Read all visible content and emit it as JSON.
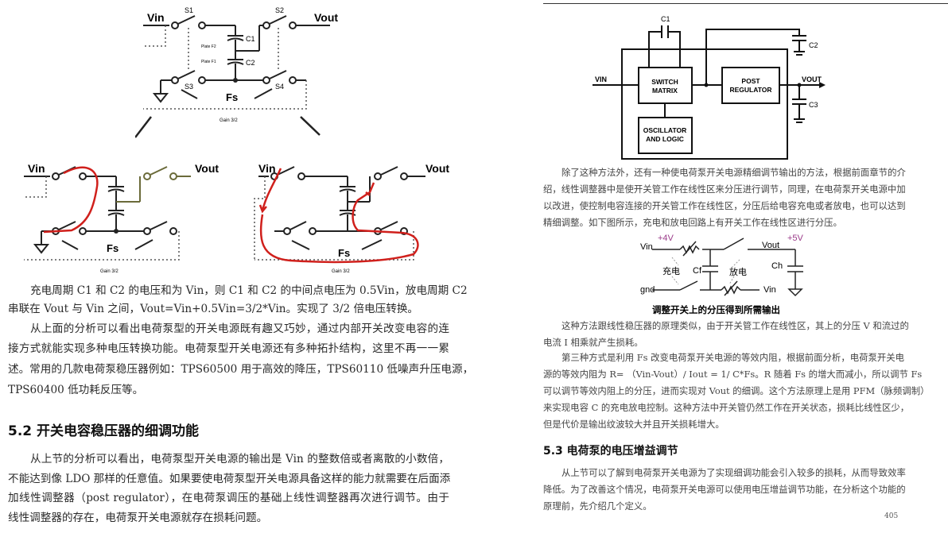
{
  "left_page": {
    "figure_top": {
      "vin": "Vin",
      "vout": "Vout",
      "s1": "S1",
      "s2": "S2",
      "s3": "S3",
      "s4": "S4",
      "c1": "C1",
      "c2": "C2",
      "plate_f2": "Plate F2",
      "plate_f1": "Plate F1",
      "fs": "Fs",
      "caption": "Gain 3/2"
    },
    "figure_charge": {
      "vin": "Vin",
      "vout": "Vout",
      "fs": "Fs",
      "caption": "Gain 3/2"
    },
    "figure_discharge": {
      "vin": "Vin",
      "vout": "Vout",
      "fs": "Fs",
      "caption": "Gain 3/2"
    },
    "paragraph1": [
      "充电周期 C1 和 C2 的电压和为 Vin，则 C1 和 C2 的中间点电压为 0.5Vin，放电周期 C2",
      "串联在 Vout 与 Vin 之间，Vout=Vin+0.5Vin=3/2*Vin。实现了 3/2 倍电压转换。"
    ],
    "paragraph2": [
      "从上面的分析可以看出电荷泵型的开关电源既有趣又巧妙，通过内部开关改变电容的连",
      "接方式就能实现多种电压转换功能。电荷泵型开关电源还有多种拓扑结构，这里不再一一累",
      "述。常用的几款电荷泵稳压器例如：TPS60500 用于高效的降压，TPS60110 低噪声升压电源，",
      "TPS60400 低功耗反压等。"
    ],
    "section_heading": "5.2  开关电容稳压器的细调功能",
    "paragraph3": [
      "从上节的分析可以看出，电荷泵型开关电源的输出是 Vin 的整数倍或者离散的小数倍，",
      "不能达到像 LDO 那样的任意值。如果要使电荷泵型开关电源具备这样的能力就需要在后面添",
      "加线性调整器（post regulator），在电荷泵调压的基础上线性调整器再次进行调节。由于",
      "线性调整器的存在，电荷泵开关电源就存在损耗问题。"
    ]
  },
  "right_page": {
    "block_diagram": {
      "c1": "C1",
      "c2": "C2",
      "c3": "C3",
      "vin": "VIN",
      "vout": "VOUT",
      "switch_matrix": [
        "SWITCH",
        "MATRIX"
      ],
      "post_regulator": [
        "POST",
        "REGULATOR"
      ],
      "oscillator": [
        "OSCILLATOR",
        "AND LOGIC"
      ]
    },
    "paragraph1": [
      "除了这种方法外，还有一种使电荷泵开关电源精细调节输出的方法，根据前面章节的介",
      "绍，线性调整器中是使开关管工作在线性区来分压进行调节，同理，在电荷泵开关电源中加",
      "以改进，使控制电容连接的开关管工作在线性区，分压后给电容充电或者放电，也可以达到",
      "精细调整。如下图所示，充电和放电回路上有开关工作在线性区进行分压。"
    ],
    "small_circuit": {
      "vin": "Vin",
      "vin_value": "+4V",
      "vout": "Vout",
      "vout_value": "+5V",
      "gnd": "gnd",
      "vin2": "Vin",
      "cf": "Cf",
      "ch": "Ch",
      "charge": "充电",
      "discharge": "放电",
      "caption": "调整开关上的分压得到所需输出"
    },
    "paragraph2": [
      "这种方法跟线性稳压器的原理类似，由于开关管工作在线性区，其上的分压 V 和流过的",
      "电流 I 相乘就产生损耗。"
    ],
    "paragraph3": [
      "第三种方式是利用 Fs 改变电荷泵开关电源的等效内阻，根据前面分析，电荷泵开关电",
      "源的等效内阻为 R= （Vin-Vout）/ Iout = 1/ C*Fs。R 随着 Fs 的增大而减小，所以调节 Fs",
      "可以调节等效内阻上的分压，进而实现对 Vout 的细调。这个方法原理上是用 PFM（脉频调制）",
      "来实现电容 C 的充电放电控制。这种方法中开关管仍然工作在开关状态，损耗比线性区少，",
      "但是代价是输出纹波较大并且开关损耗增大。"
    ],
    "section_heading": "5.3  电荷泵的电压增益调节",
    "paragraph4": [
      "从上节可以了解到电荷泵开关电源为了实现细调功能会引入较多的损耗，从而导致效率",
      "降低。为了改善这个情况，电荷泵开关电源可以使用电压增益调节功能，在分析这个功能的",
      "原理前，先介绍几个定义。"
    ],
    "page_number": "405"
  },
  "colors": {
    "annotation_red": "#d0201c",
    "wire": "#222222",
    "switch_wire": "#6b6b3a"
  }
}
